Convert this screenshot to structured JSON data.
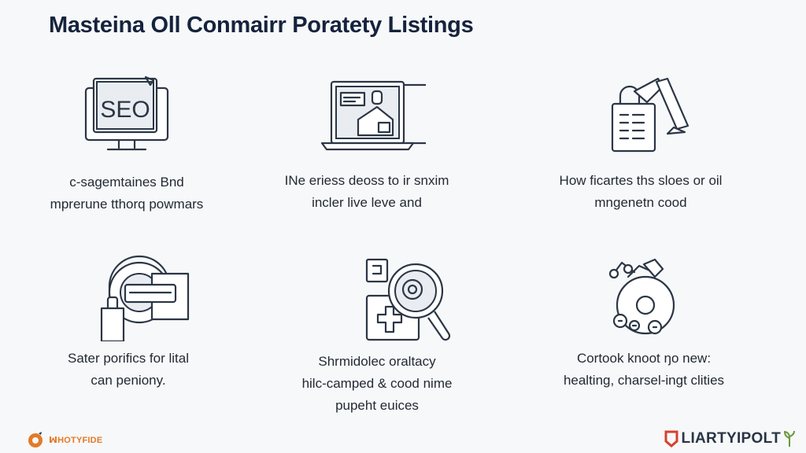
{
  "title": "Masteina Oll Conmairr Poratety Listings",
  "cards": [
    {
      "icon": "seo-monitor-icon",
      "icon_text": "SEO",
      "lines": [
        "c-sagemtaines Bnd",
        "mprerune tthorq powmars"
      ]
    },
    {
      "icon": "laptop-house-icon",
      "lines": [
        "INe eriess deoss to ir snxim",
        "incler live leve and"
      ]
    },
    {
      "icon": "lock-pipe-icon",
      "lines": [
        "How ficartes ths sloes or oil",
        "mngenetn cood"
      ]
    },
    {
      "icon": "industrial-pump-icon",
      "lines": [
        "Sater porifics for lital",
        "can peniony."
      ]
    },
    {
      "icon": "magnifier-medical-icon",
      "lines": [
        "Shrmidolec oraltacy",
        "hilc-camped & cood nime",
        "pupeht euices"
      ]
    },
    {
      "icon": "gear-money-icon",
      "lines": [
        "Cortook knoot ŋo new:",
        "healting, charsel-ingt clities"
      ]
    }
  ],
  "footer": {
    "left_logo_text": "ꟽHOTYFIDE",
    "right_logo_text": "LIARTYIPOLT"
  },
  "colors": {
    "ink": "#2b3646",
    "accent_orange": "#e37a27",
    "accent_red": "#d8402f",
    "accent_green": "#6b9a3c"
  }
}
